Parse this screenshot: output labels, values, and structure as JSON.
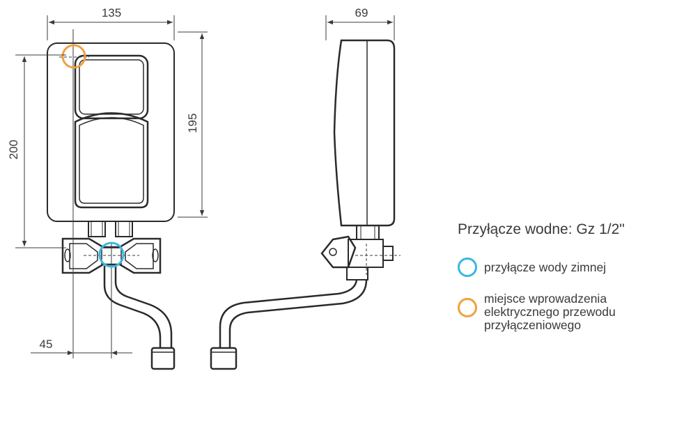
{
  "dimensions": {
    "width_front": "135",
    "width_side": "69",
    "height_total": "200",
    "height_body": "195",
    "outlet_offset": "45"
  },
  "legend": {
    "title": "Przyłącze wodne: Gz 1/2\"",
    "items": [
      {
        "label_lines": [
          "przyłącze wody zimnej"
        ],
        "color": "#3bb6e3",
        "icon": "blue-ring-icon"
      },
      {
        "label_lines": [
          "miejsce wprowadzenia",
          "elektrycznego przewodu",
          "przyłączeniowego"
        ],
        "color": "#f0a040",
        "icon": "orange-ring-icon"
      }
    ]
  }
}
